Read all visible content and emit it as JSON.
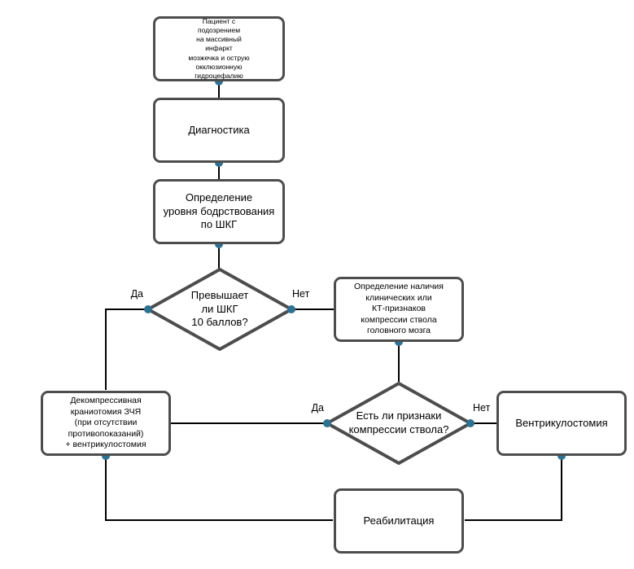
{
  "colors": {
    "node_border": "#4d4d4d",
    "node_fill": "#ffffff",
    "connector": "#000000",
    "waypoint_dot": "#2e7191",
    "text": "#000000",
    "background": "#ffffff"
  },
  "nodes": {
    "patient": {
      "label": "Пациент с\nподозрением\nна массивный\nинфаркт\nмозжечка и острую\nокклюзионную\nгидроцефалию"
    },
    "diagnostics": {
      "label": "Диагностика"
    },
    "gcs_assessment": {
      "label": "Определение\nуровня бодрствования\nпо ШКГ"
    },
    "gcs_question": {
      "label": "Превышает\nли ШКГ\n10 баллов?"
    },
    "ct_signs": {
      "label": "Определение наличия\nклинических или\nКТ-признаков\nкомпрессии ствола\nголовного мозга"
    },
    "craniotomy": {
      "label": "Декомпрессивная\nкраниотомия ЗЧЯ\n(при отсутствии\nпротивопоказаний)\n+ вентрикулостомия"
    },
    "compression_question": {
      "label": "Есть ли признаки\nкомпрессии ствола?"
    },
    "ventriculostomy": {
      "label": "Вентрикулостомия"
    },
    "rehabilitation": {
      "label": "Реабилитация"
    }
  },
  "edge_labels": {
    "gcs_yes": "Да",
    "gcs_no": "Нет",
    "compression_yes": "Да",
    "compression_no": "Нет"
  },
  "edges": [
    {
      "from": "patient",
      "to": "diagnostics",
      "label": ""
    },
    {
      "from": "diagnostics",
      "to": "gcs_assessment",
      "label": ""
    },
    {
      "from": "gcs_assessment",
      "to": "gcs_question",
      "label": ""
    },
    {
      "from": "gcs_question",
      "to": "craniotomy",
      "label": "Да"
    },
    {
      "from": "gcs_question",
      "to": "ct_signs",
      "label": "Нет"
    },
    {
      "from": "ct_signs",
      "to": "compression_question",
      "label": ""
    },
    {
      "from": "compression_question",
      "to": "craniotomy",
      "label": "Да"
    },
    {
      "from": "compression_question",
      "to": "ventriculostomy",
      "label": "Нет"
    },
    {
      "from": "craniotomy",
      "to": "rehabilitation",
      "label": ""
    },
    {
      "from": "ventriculostomy",
      "to": "rehabilitation",
      "label": ""
    }
  ]
}
